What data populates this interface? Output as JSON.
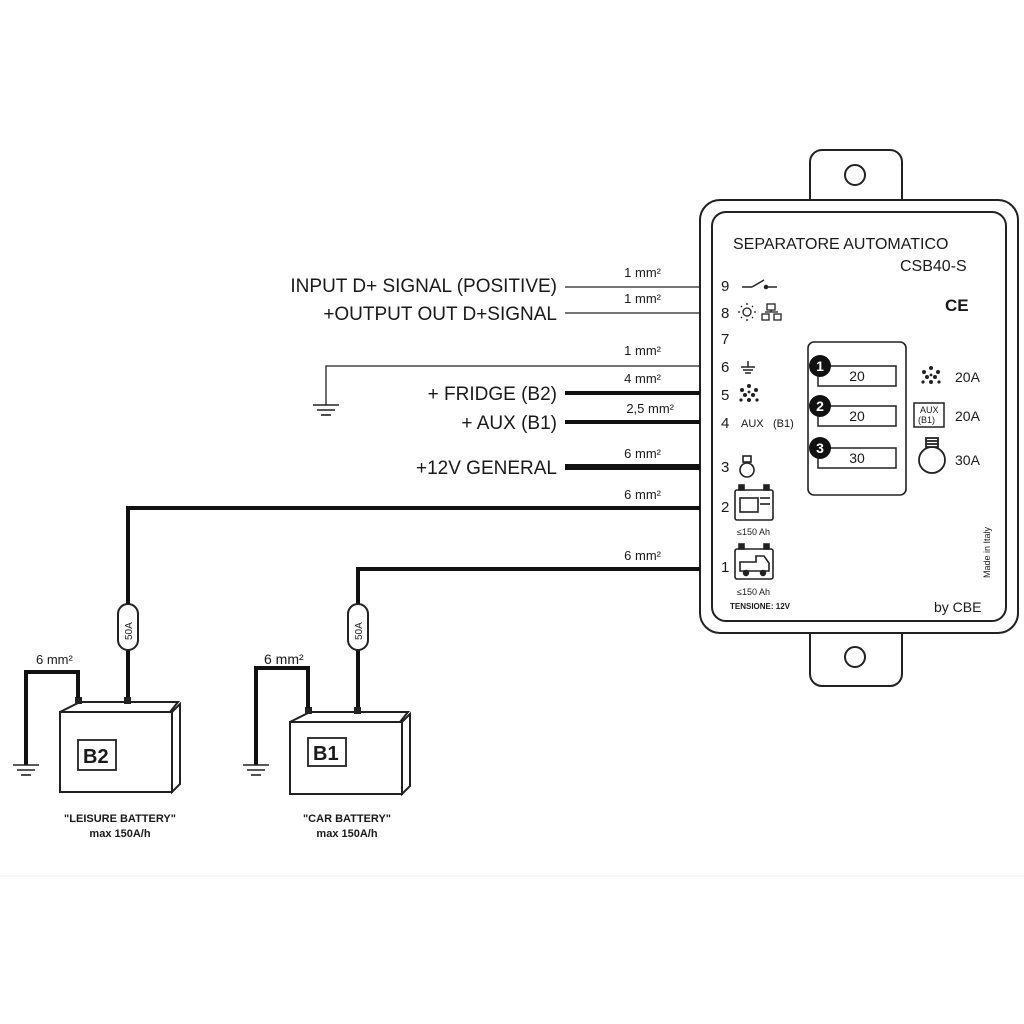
{
  "device": {
    "title": "SEPARATORE AUTOMATICO",
    "model": "CSB40-S",
    "ce_mark": "CE",
    "brand": "by CBE",
    "made_in": "Made in Italy",
    "voltage": "TENSIONE: 12V",
    "aux_pin_label": "AUX",
    "aux_pin_sub": "(B1)",
    "aux_icon_top": "AUX",
    "aux_icon_bottom": "(B1)",
    "battery_capacity_b2": "≤150 Ah",
    "battery_capacity_b1": "≤150 Ah"
  },
  "pins": [
    "9",
    "8",
    "7",
    "6",
    "5",
    "4",
    "3",
    "2",
    "1"
  ],
  "wires": {
    "input_d_signal": "INPUT D+ SIGNAL (POSITIVE)",
    "output_d_signal": "+OUTPUT OUT D+SIGNAL",
    "fridge": "+ FRIDGE (B2)",
    "aux": "+ AUX (B1)",
    "general": "+12V GENERAL"
  },
  "sections": {
    "pin9": "1 mm²",
    "pin8": "1 mm²",
    "pin6": "1 mm²",
    "pin5": "4 mm²",
    "pin4": "2,5 mm²",
    "pin3": "6 mm²",
    "pin2": "6 mm²",
    "pin1": "6 mm²",
    "ground_b2": "6 mm²",
    "ground_b1": "6 mm²"
  },
  "fuses": [
    {
      "number": "1",
      "value": "20",
      "rating": "20A"
    },
    {
      "number": "2",
      "value": "20",
      "rating": "20A"
    },
    {
      "number": "3",
      "value": "30",
      "rating": "30A"
    }
  ],
  "inline_fuses": {
    "b2": "50A",
    "b1": "50A"
  },
  "batteries": {
    "b2": {
      "label": "B2",
      "caption": "\"LEISURE BATTERY\"",
      "capacity": "max 150A/h"
    },
    "b1": {
      "label": "B1",
      "caption": "\"CAR BATTERY\"",
      "capacity": "max 150A/h"
    }
  },
  "icons": [
    "switch-icon",
    "sun-icon",
    "network-icon",
    "ground-icon",
    "snowflake-icon",
    "bulb-icon",
    "leisure-battery-icon",
    "car-icon"
  ]
}
